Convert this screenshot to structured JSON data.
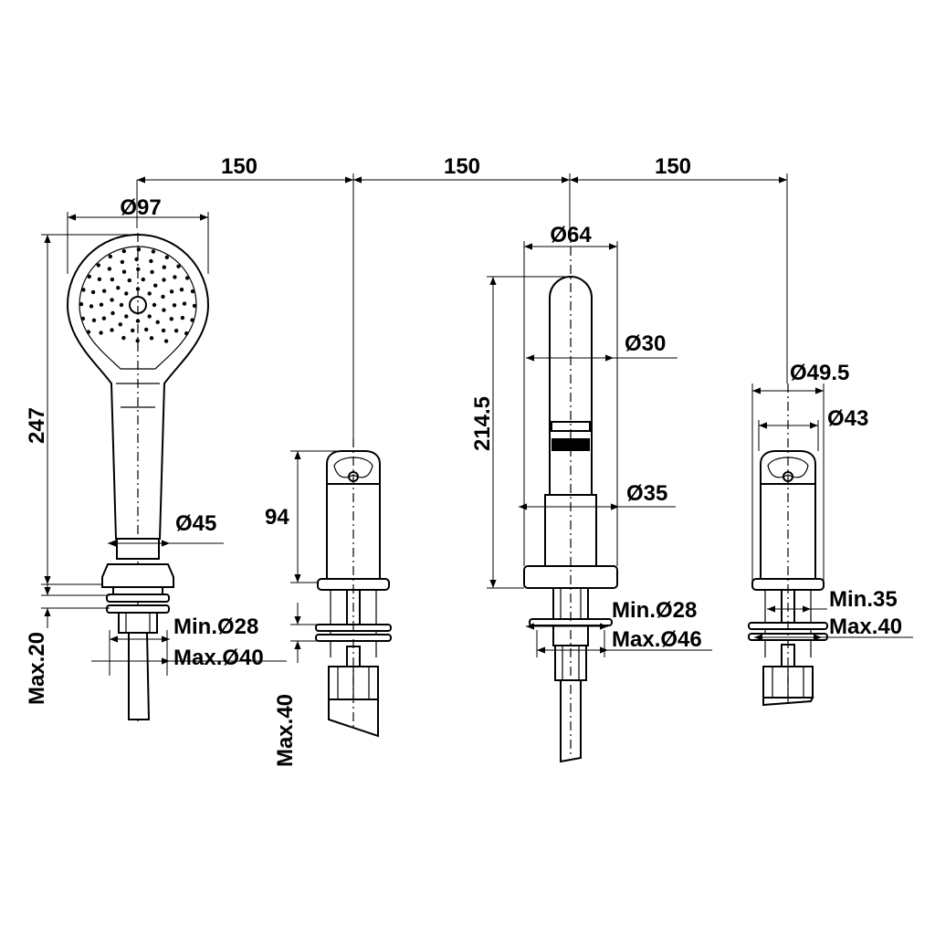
{
  "dimensions": {
    "spacing_1": "150",
    "spacing_2": "150",
    "spacing_3": "150",
    "shower_head_dia": "Ø97",
    "shower_height": "247",
    "shower_handle_dia": "Ø45",
    "shower_min_hole": "Min.Ø28",
    "shower_max_hole": "Max.Ø40",
    "shower_max_deck": "Max.20",
    "valve_height": "94",
    "valve_max_deck": "Max.40",
    "spout_base_dia": "Ø64",
    "spout_height": "214.5",
    "spout_tube_dia": "Ø30",
    "spout_body_dia": "Ø35",
    "spout_min_hole": "Min.Ø28",
    "spout_max_hole": "Max.Ø46",
    "valve_outer_dia": "Ø49.5",
    "valve_inner_dia": "Ø43",
    "valve_min_hole": "Min.35",
    "valve_max_hole": "Max.40"
  },
  "colors": {
    "line": "#000000",
    "background": "#ffffff"
  }
}
